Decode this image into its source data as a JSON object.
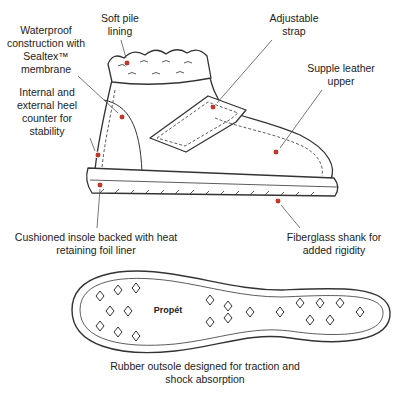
{
  "diagram": {
    "labels": [
      "Soft pile lining",
      "Adjustable strap",
      "Waterproof construction with Sealtex™ membrane",
      "Supple leather upper",
      "Internal and external heel counter for stability",
      "Cushioned insole backed with heat retaining foil liner",
      "Fiberglass shank for added rigidity",
      "Rubber outsole designed for traction and shock absorption",
      "Propét"
    ]
  }
}
